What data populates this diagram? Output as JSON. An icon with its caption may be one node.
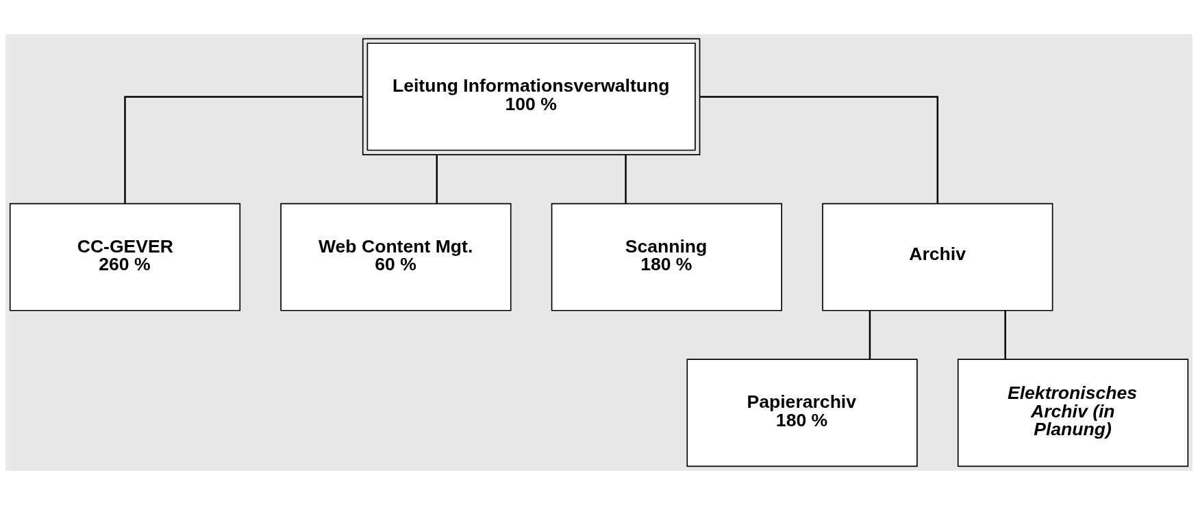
{
  "diagram": {
    "nodes": [
      {
        "text": [
          "Leitung Informationsverwaltung",
          "100 %"
        ]
      },
      {
        "text": [
          "CC-GEVER",
          "260 %"
        ]
      },
      {
        "text": [
          "Web Content Mgt.",
          "60 %"
        ]
      },
      {
        "text": [
          "Scanning",
          "180 %"
        ]
      },
      {
        "text": [
          "Archiv"
        ]
      },
      {
        "text": [
          "Papierarchiv",
          "180 %"
        ]
      },
      {
        "text": [
          "Elektronisches Archiv (in Planung)"
        ]
      }
    ],
    "edges": [
      {
        "from": 0,
        "to": 1,
        "arrow": "none"
      },
      {
        "from": 0,
        "to": 2,
        "arrow": "none"
      },
      {
        "from": 0,
        "to": 3,
        "arrow": "none"
      },
      {
        "from": 0,
        "to": 4,
        "arrow": "none"
      },
      {
        "from": 4,
        "to": 5,
        "arrow": "none"
      },
      {
        "from": 4,
        "to": 6,
        "arrow": "none"
      }
    ]
  }
}
